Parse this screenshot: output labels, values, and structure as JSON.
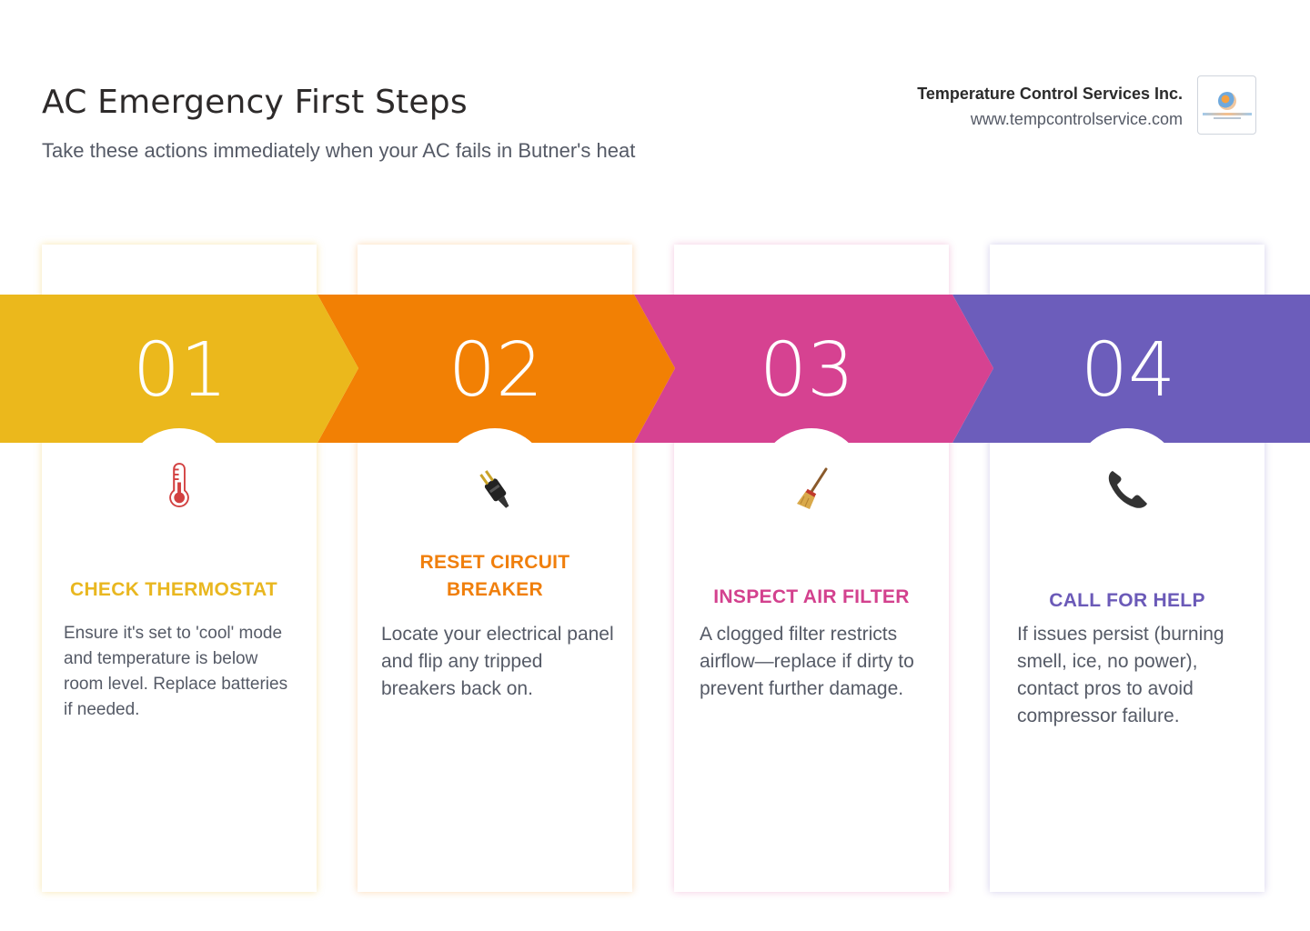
{
  "header": {
    "title": "AC Emergency First Steps",
    "subtitle": "Take these actions immediately when your AC fails in Butner's heat"
  },
  "brand": {
    "name": "Temperature Control Services Inc.",
    "url": "www.tempcontrolservice.com"
  },
  "colors": {
    "step1": "#ebb81c",
    "step2": "#f28004",
    "step3": "#d64291",
    "step4": "#6c5dbb"
  },
  "steps": [
    {
      "number": "01",
      "icon": "thermometer-icon",
      "title": "CHECK THERMOSTAT",
      "description": "Ensure it's set to 'cool' mode and temperature is below room level. Replace batteries if needed."
    },
    {
      "number": "02",
      "icon": "electric-plug-icon",
      "title": "RESET CIRCUIT BREAKER",
      "description": "Locate your electrical panel and flip any tripped breakers back on."
    },
    {
      "number": "03",
      "icon": "broom-icon",
      "title": "INSPECT AIR FILTER",
      "description": "A clogged filter restricts airflow—replace if dirty to prevent further damage."
    },
    {
      "number": "04",
      "icon": "telephone-icon",
      "title": "CALL FOR HELP",
      "description": "If issues persist (burning smell, ice, no power), contact pros to avoid compressor failure."
    }
  ]
}
